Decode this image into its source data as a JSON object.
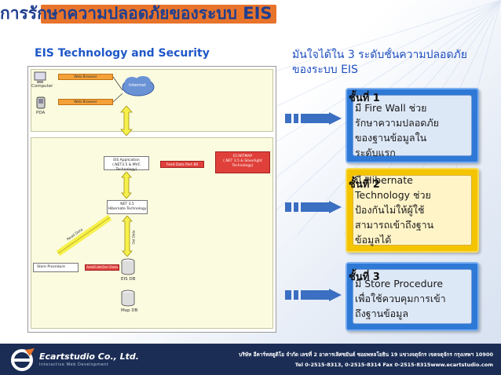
{
  "slide": {
    "title": "การรักษาความปลอดภัยของระบบ EIS",
    "subtitle_left": "EIS  Technology and Security",
    "subtitle_right_line1": "มั่นใจได้ใน 3 ระดับชั้นความปลอดภัย",
    "subtitle_right_line2": "ของระบบ EIS"
  },
  "diagram": {
    "computer": "Computer",
    "pda": "PDA",
    "web_browser": "Web Browser",
    "internet": "Internet",
    "eis_app_line1": "EIS Application",
    "eis_app_line2": "(.NET3.5 & MVC Technology)",
    "feed_data": "Feed Data Port 80",
    "ecartmap_line1": "ECARTMAP",
    "ecartmap_line2": "(.NET 3.5 & Silverlight Technology)",
    "net35_line1": "NET 3.5",
    "net35_line2": "Hibernate Technology",
    "store_procedure": "Store Procedure",
    "add_edit_del": "Add/Edit/Del Data",
    "eis_db": "EIS DB",
    "map_db": "Map DB",
    "read_data": "Read Data",
    "get_data": "Get Data"
  },
  "levels": [
    {
      "label": "ชั้นที่ 1",
      "lines": [
        "มี Fire Wall ช่วย",
        "รักษาความปลอดภัย",
        "ของฐานข้อมูลใน",
        "ระดับแรก"
      ]
    },
    {
      "label": "ชั้นที่ 2",
      "lines": [
        "มี Hibernate",
        "Technology ช่วย",
        "ป้องกันไม่ให้ผู้ใช้",
        "สามารถเข้าถึงฐาน",
        "ข้อมูลได้"
      ]
    },
    {
      "label": "ชั้นที่ 3",
      "lines": [
        "มี Store Procedure",
        "เพื่อใช้ควบคุมการเข้า",
        "ถึงฐานข้อมูล"
      ]
    }
  ],
  "footer": {
    "company": "Ecartstudio Co., Ltd.",
    "tagline": "Interactive Web Development",
    "address": "บริษัท อีคาร์ทสตูดิโอ จำกัด เลขที่ 2 อาคารเลิศชยันต์ ซอยพหลโยธิน 19 แขวงจตุจักร เขตจตุจักร กรุงเทพฯ 10900",
    "phone": "Tel  0-2515-8313, 0-2515-8314  Fax 0-2515-8315www.ecartstudio.com"
  },
  "colors": {
    "title_highlight": "#e8732a",
    "title_text": "#1f3f8f",
    "level_blue": "#2f79d6",
    "level_yellow": "#f5c400",
    "footer_bg": "#1b2d54"
  }
}
